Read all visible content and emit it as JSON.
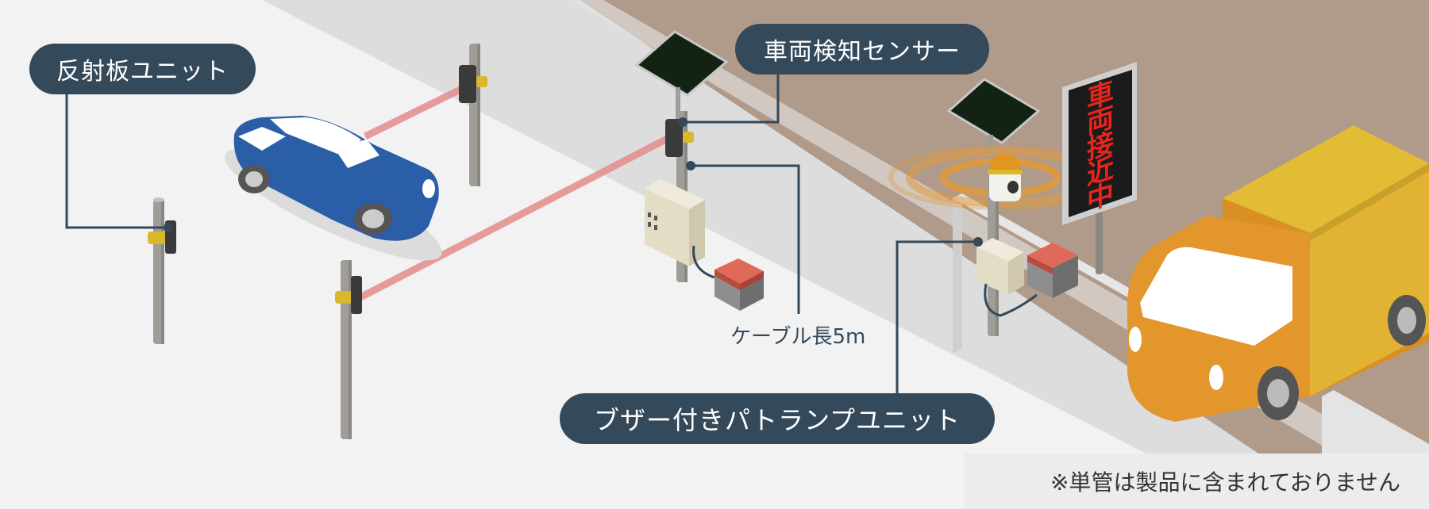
{
  "labels": {
    "reflector_unit": "反射板ユニット",
    "vehicle_sensor": "車両検知センサー",
    "cable_length": "ケーブル長5m",
    "buzzer_patlamp_unit": "ブザー付きパトランプユニット"
  },
  "sign": {
    "text": [
      "車",
      "両",
      "接",
      "近",
      "中"
    ],
    "text_color": "#e8241c",
    "background": "#1b1b1b"
  },
  "note": "※単管は製品に含まれておりません",
  "colors": {
    "label_background": "#34495a",
    "road": "#f2f2f2",
    "sidewalk": "#dddddd",
    "ground": "#b09a8a",
    "car": "#2a5fa8",
    "truck_cab": "#e3962c",
    "truck_box": "#e2bc35",
    "beam": "#e48d8d",
    "lamp_glow": "#e09a3a",
    "reflector": "#d9b92b"
  }
}
